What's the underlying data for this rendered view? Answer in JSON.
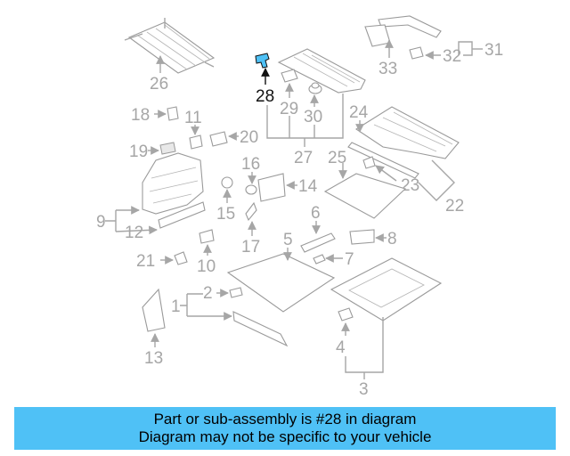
{
  "labels": {
    "l1": "1",
    "l2": "2",
    "l3": "3",
    "l4": "4",
    "l5": "5",
    "l6": "6",
    "l7": "7",
    "l8": "8",
    "l9": "9",
    "l10": "10",
    "l11": "11",
    "l12": "12",
    "l13": "13",
    "l14": "14",
    "l15": "15",
    "l16": "16",
    "l17": "17",
    "l18": "18",
    "l19": "19",
    "l20": "20",
    "l21": "21",
    "l22": "22",
    "l23": "23",
    "l24": "24",
    "l25": "25",
    "l26": "26",
    "l27": "27",
    "l28": "28",
    "l29": "29",
    "l30": "30",
    "l31": "31",
    "l32": "32",
    "l33": "33"
  },
  "highlight": {
    "part_number": "28",
    "color": "#4fc1f6"
  },
  "banner": {
    "line1": "Part or sub-assembly is #28 in diagram",
    "line2": "Diagram may not be specific to your vehicle",
    "color": "#4fc1f6"
  }
}
